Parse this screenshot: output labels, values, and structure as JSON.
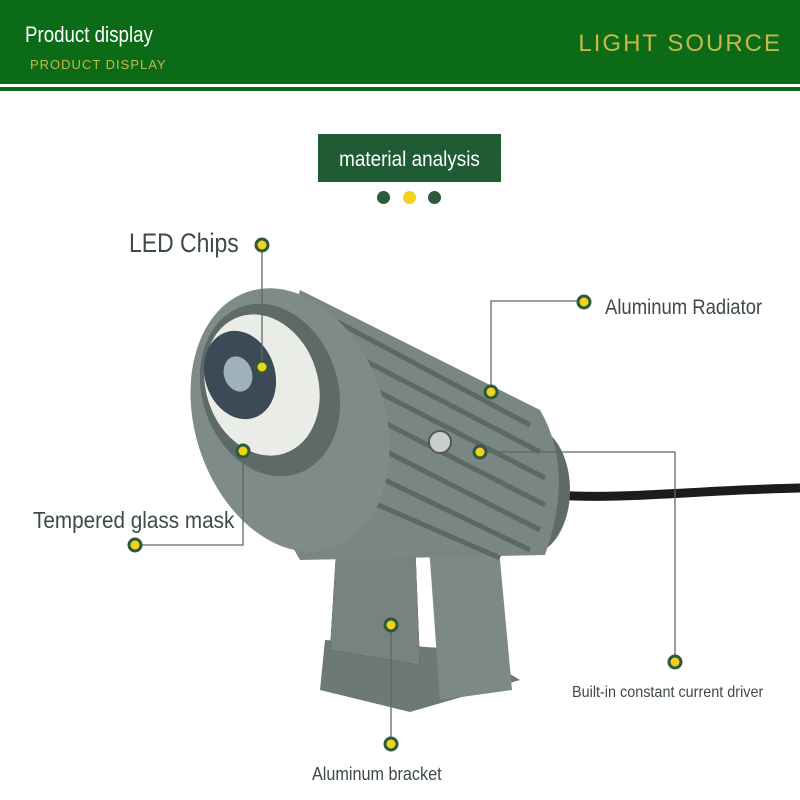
{
  "header": {
    "title": "Product display",
    "subtitle": "PRODUCT DISPLAY",
    "right_title": "LIGHT SOURCE"
  },
  "section": {
    "badge": "material analysis"
  },
  "labels": {
    "led_chips": "LED Chips",
    "aluminum_radiator": "Aluminum Radiator",
    "tempered_glass": "Tempered glass mask",
    "driver": "Built-in constant current driver",
    "bracket": "Aluminum bracket"
  },
  "colors": {
    "header_green": "#0b6b17",
    "badge_green": "#1f5c34",
    "gold": "#c9b74a",
    "marker_yellow": "#f1d21c",
    "dark_dot": "#2e5a3b",
    "lamp_gray": "#6f7b79"
  }
}
